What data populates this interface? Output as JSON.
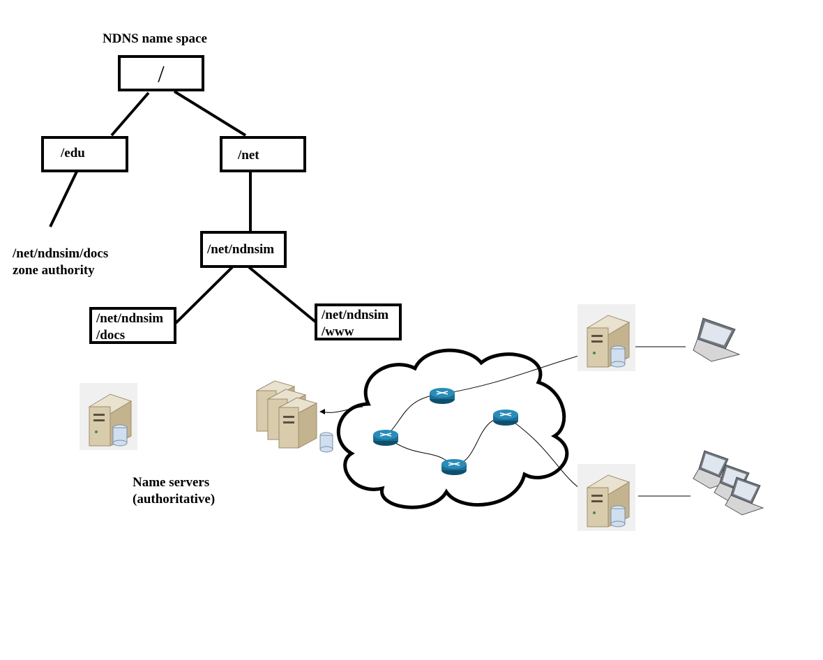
{
  "title": "NDNS name space",
  "tree": {
    "root": "/",
    "edu": "/edu",
    "net": "/net",
    "ndnsim": "/net/ndnsim",
    "docs": "/net/ndnsim\n/docs",
    "www": "/net/ndnsim\n/www",
    "zone_authority": "/net/ndnsim/docs\nzone authority"
  },
  "name_servers_label": "Name servers\n(authoritative)",
  "colors": {
    "router": "#1a6e94",
    "server_body": "#e8dcc2",
    "server_dark": "#b9a682",
    "laptop": "#d9d9d9"
  }
}
